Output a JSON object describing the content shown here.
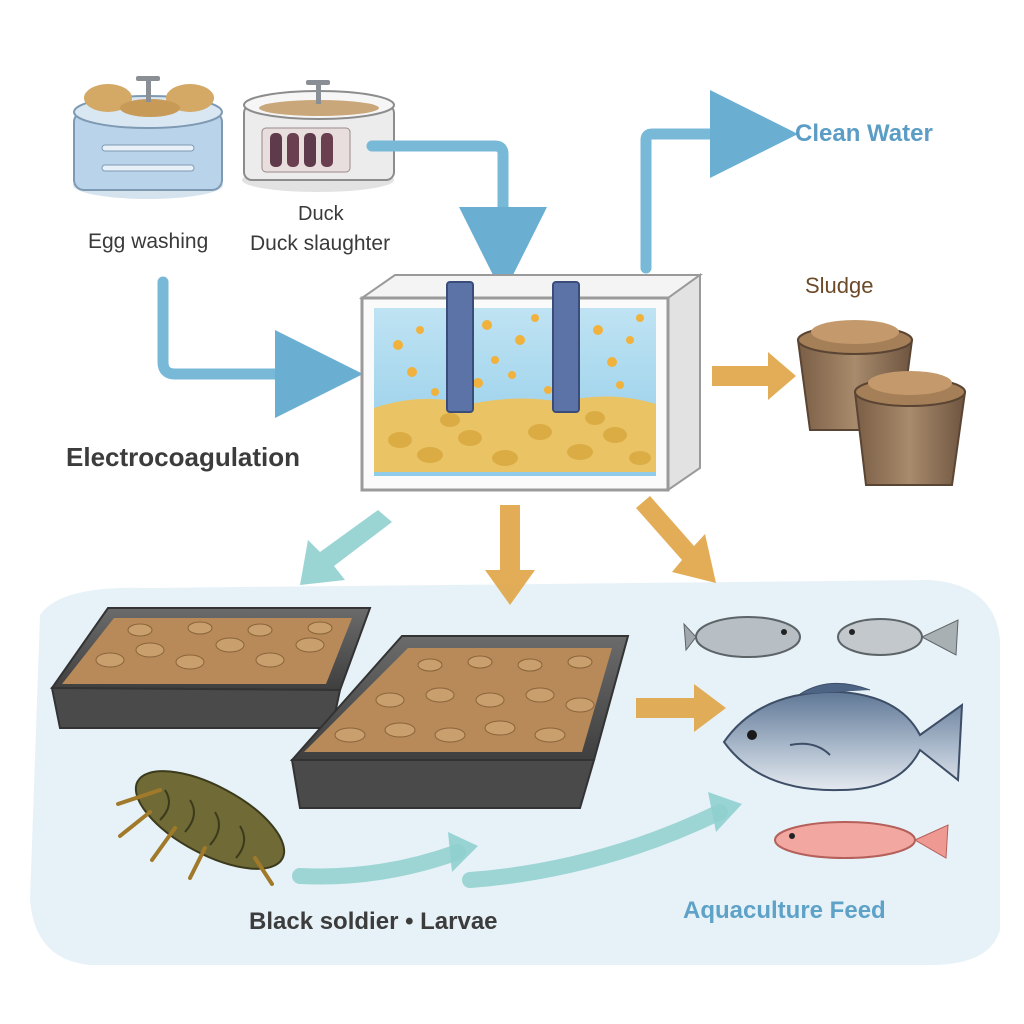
{
  "labels": {
    "egg_washing": "Egg washing",
    "duck": "Duck",
    "duck_slaughter": "Duck slaughter",
    "clean_water": "Clean Water",
    "sludge": "Sludge",
    "electrocoagulation": "Electrocoagulation",
    "black_soldier_larvae": "Black soldier • Larvae",
    "aquaculture_feed": "Aquaculture Feed"
  },
  "colors": {
    "water_arrow": "#79b9d8",
    "sludge_arrow": "#e0a445",
    "teal_arrow": "#8fd0cf",
    "label_blue": "#5ea2c8",
    "background_wash": "#e7f2f8"
  }
}
